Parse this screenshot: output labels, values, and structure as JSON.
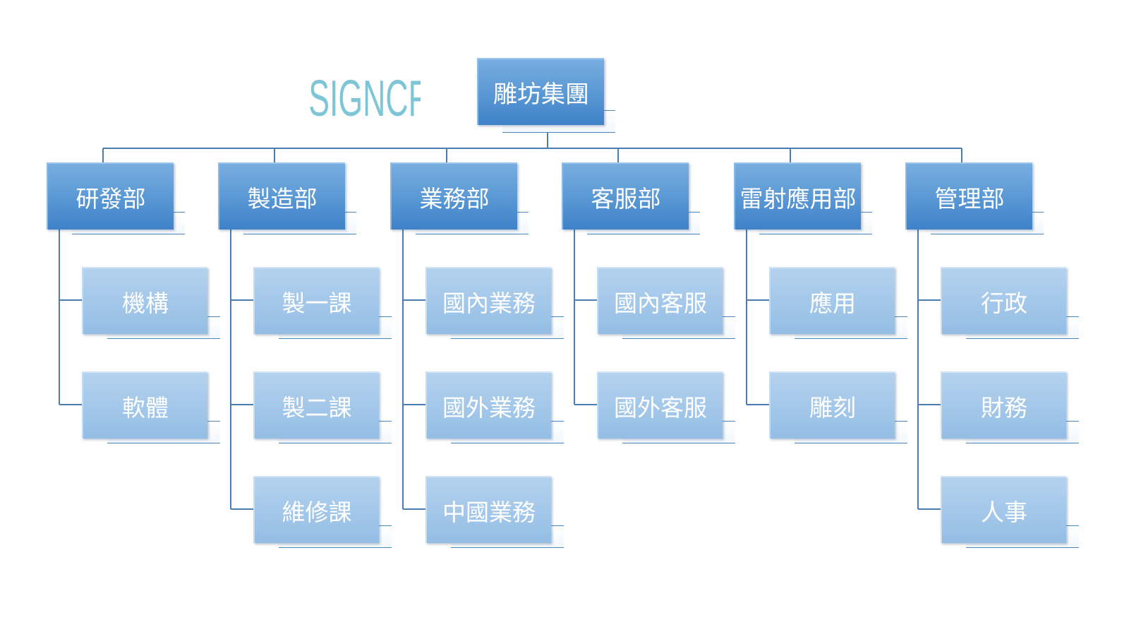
{
  "logo": {
    "text": "SIGNCRAFS",
    "color": "#7ec5d8"
  },
  "colors": {
    "dept_fill": "#5e9bd6",
    "unit_fill": "#a4c8ea",
    "connector": "#4a7eb0",
    "text": "#ffffff"
  },
  "org": {
    "root": "雕坊集團",
    "departments": [
      {
        "name": "研發部",
        "units": [
          "機構",
          "軟體"
        ]
      },
      {
        "name": "製造部",
        "units": [
          "製一課",
          "製二課",
          "維修課"
        ]
      },
      {
        "name": "業務部",
        "units": [
          "國內業務",
          "國外業務",
          "中國業務"
        ]
      },
      {
        "name": "客服部",
        "units": [
          "國內客服",
          "國外客服"
        ]
      },
      {
        "name": "雷射應用部",
        "units": [
          "應用",
          "雕刻"
        ]
      },
      {
        "name": "管理部",
        "units": [
          "行政",
          "財務",
          "人事"
        ]
      }
    ]
  }
}
